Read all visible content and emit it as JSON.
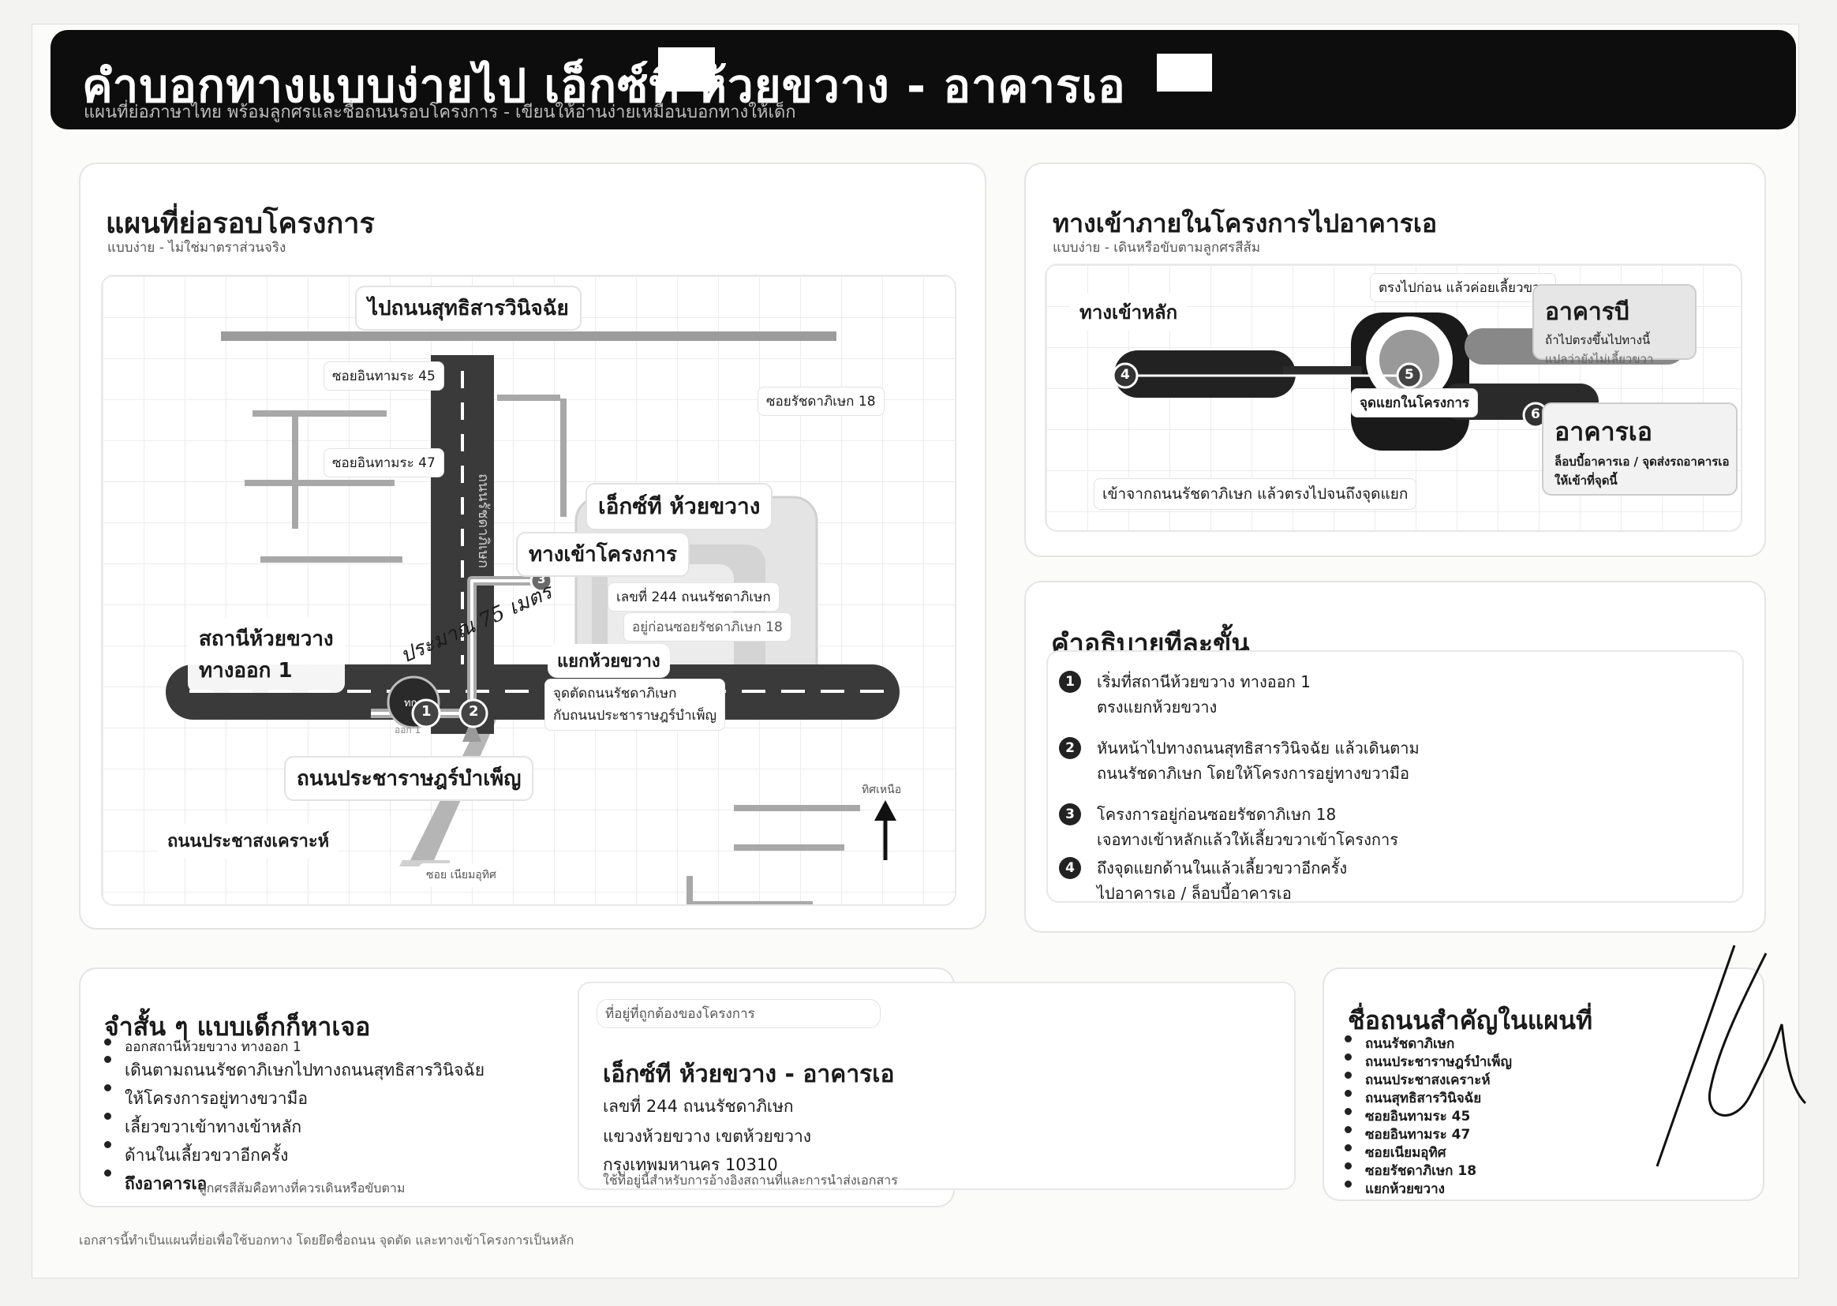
{
  "header": {
    "title": "คำบอกทางแบบง่ายไป เอ็กซ์ที ห้วยขวาง - อาคารเอ",
    "subtitle": "แผนที่ย่อภาษาไทย พร้อมลูกศรและชื่อถนนรอบโครงการ - เขียนให้อ่านง่ายเหมือนบอกทางให้เด็ก"
  },
  "map_panel": {
    "title": "แผนที่ย่อรอบโครงการ",
    "subtitle": "แบบง่าย - ไม่ใช่มาตราส่วนจริง",
    "labels": {
      "to_sutthisan": "ไปถนนสุทธิสารวินิจฉัย",
      "soi_45": "ซอยอินทามระ 45",
      "soi_47": "ซอยอินทามระ 47",
      "soi_ratchada_18": "ซอยรัชดาภิเษก 18",
      "xt_huaikhwang": "เอ็กซ์ที ห้วยขวาง",
      "ratchada_road": "ถนนรัชดาภิเษก",
      "project_entrance": "ทางเข้าโครงการ",
      "address_line": "เลขที่ 244 ถนนรัชดาภิเษก",
      "before_soi": "อยู่ก่อนซอยรัชดาภิเษก 18",
      "station": "สถานีห้วยขวาง",
      "exit": "ทางออก 1",
      "handwritten": "ประมาณ 75 เมตร",
      "intersection": "แยกห้วยขวาง",
      "intersection_note_1": "จุดตัดถนนรัชดาภิเษก",
      "intersection_note_2": "กับถนนประชาราษฎร์บำเพ็ญ",
      "pracharat_road": "ถนนประชาราษฎร์บำเพ็ญ",
      "prachasongkhro": "ถนนประชาสงเคราะห์",
      "soi_niam": "ซอย เนียมอุทิศ",
      "north": "ทิศเหนือ",
      "marker_1": "1",
      "marker_2": "2",
      "marker_3": "3",
      "exit_small": "ออก 1",
      "exit_icon_text": "ทก"
    }
  },
  "entry_panel": {
    "title": "ทางเข้าภายในโครงการไปอาคารเอ",
    "subtitle": "แบบง่าย - เดินหรือขับตามลูกศรสีส้ม",
    "main_entrance": "ทางเข้าหลัก",
    "straight_then_right": "ตรงไปก่อน แล้วค่อยเลี้ยวขวา",
    "building_b": "อาคารบี",
    "building_b_note_1": "ถ้าไปตรงขึ้นไปทางนี้",
    "building_b_note_2": "แปลว่ายังไม่เลี้ยวขวา",
    "inner_junction": "จุดแยกในโครงการ",
    "building_a": "อาคารเอ",
    "building_a_note_1": "ล็อบบี้อาคารเอ / จุดส่งรถอาคารเอ",
    "building_a_note_2": "ให้เข้าที่จุดนี้",
    "enter_from": "เข้าจากถนนรัชดาภิเษก แล้วตรงไปจนถึงจุดแยก",
    "marker_4": "4",
    "marker_5": "5",
    "marker_6": "6"
  },
  "steps_panel": {
    "title": "คำอธิบายทีละขั้น",
    "steps": [
      {
        "num": "1",
        "line1": "เริ่มที่สถานีห้วยขวาง ทางออก 1",
        "line2": "ตรงแยกห้วยขวาง"
      },
      {
        "num": "2",
        "line1": "หันหน้าไปทางถนนสุทธิสารวินิจฉัย แล้วเดินตาม",
        "line2": "ถนนรัชดาภิเษก โดยให้โครงการอยู่ทางขวามือ"
      },
      {
        "num": "3",
        "line1": "โครงการอยู่ก่อนซอยรัชดาภิเษก 18",
        "line2": "เจอทางเข้าหลักแล้วให้เลี้ยวขวาเข้าโครงการ"
      },
      {
        "num": "4",
        "line1": "ถึงจุดแยกด้านในแล้วเลี้ยวขวาอีกครั้ง",
        "line2": "ไปอาคารเอ / ล็อบบี้อาคารเอ"
      }
    ]
  },
  "memo_panel": {
    "title": "จำสั้น ๆ แบบเด็กก็หาเจอ",
    "items": [
      "ออกสถานีห้วยขวาง ทางออก 1",
      "เดินตามถนนรัชดาภิเษกไปทางถนนสุทธิสารวินิจฉัย",
      "ให้โครงการอยู่ทางขวามือ",
      "เลี้ยวขวาเข้าทางเข้าหลัก",
      "ด้านในเลี้ยวขวาอีกครั้ง",
      "ถึงอาคารเอ"
    ],
    "footnote": "ลูกศรสีส้มคือทางที่ควรเดินหรือขับตาม"
  },
  "address_panel": {
    "tag": "ที่อยู่ที่ถูกต้องของโครงการ",
    "name": "เอ็กซ์ที ห้วยขวาง - อาคารเอ",
    "line1": "เลขที่ 244 ถนนรัชดาภิเษก",
    "line2": "แขวงห้วยขวาง เขตห้วยขวาง",
    "line3": "กรุงเทพมหานคร 10310",
    "note": "ใช้ที่อยู่นี้สำหรับการอ้างอิงสถานที่และการนำส่งเอกสาร"
  },
  "roads_panel": {
    "title": "ชื่อถนนสำคัญในแผนที่",
    "items": [
      "ถนนรัชดาภิเษก",
      "ถนนประชาราษฎร์บำเพ็ญ",
      "ถนนประชาสงเคราะห์",
      "ถนนสุทธิสารวินิจฉัย",
      "ซอยอินทามระ 45",
      "ซอยอินทามระ 47",
      "ซอยเนียมอุทิศ",
      "ซอยรัชดาภิเษก 18",
      "แยกห้วยขวาง"
    ]
  },
  "footer": {
    "text": "เอกสารนี้ทำเป็นแผนที่ย่อเพื่อใช้บอกทาง โดยยึดชื่อถนน จุดตัด และทางเข้าโครงการเป็นหลัก"
  }
}
